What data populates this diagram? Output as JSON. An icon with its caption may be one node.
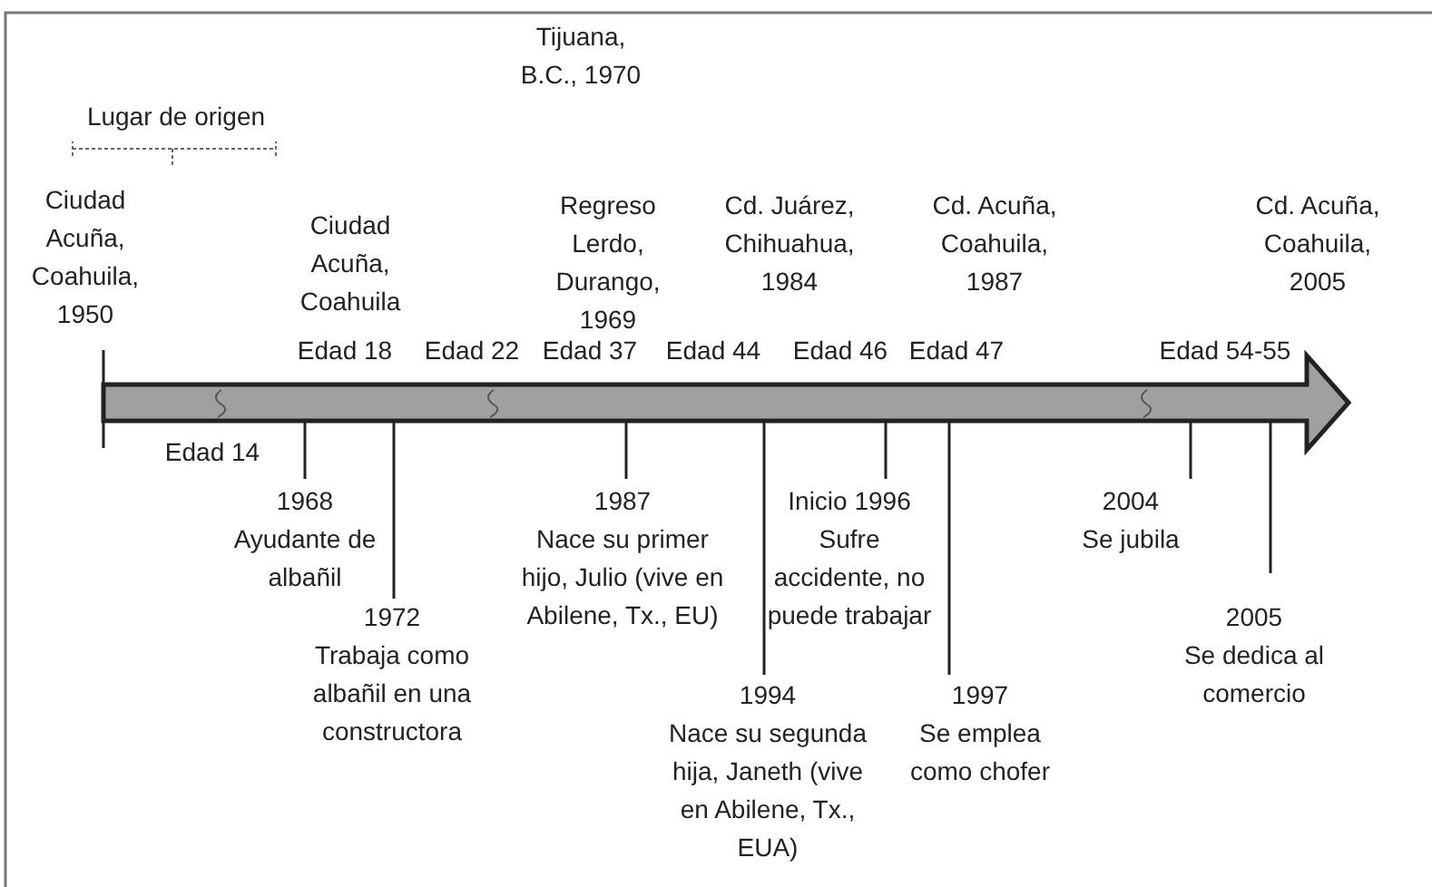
{
  "diagram": {
    "nodes": [
      {
        "text": [],
        "shape": "bar"
      },
      {
        "text": [
          "1968",
          "Ayudante de albañil"
        ]
      },
      {
        "text": [
          "1972",
          "Trabaja como albañil en una constructora"
        ]
      },
      {
        "text": [
          "1987",
          "Nace su primer hijo, Julio (vive en Abilene, Tx., EU)"
        ]
      },
      {
        "text": [
          "1994",
          "Nace su segunda hija, Janeth (vive en Abilene, Tx., EUA)"
        ]
      },
      {
        "text": [
          "Inicio 1996",
          "Sufre accidente, no puede trabajar"
        ]
      },
      {
        "text": [
          "1997",
          "Se emplea como chofer"
        ]
      },
      {
        "text": [
          "2004",
          "Se jubila"
        ]
      },
      {
        "text": [
          "2005",
          "Se dedica al comercio"
        ]
      }
    ],
    "edges": [
      {
        "from": 1,
        "to": 0,
        "arrow": "none"
      },
      {
        "from": 2,
        "to": 0,
        "arrow": "none"
      },
      {
        "from": 3,
        "to": 0,
        "arrow": "none"
      },
      {
        "from": 4,
        "to": 0,
        "arrow": "none"
      },
      {
        "from": 5,
        "to": 0,
        "arrow": "none"
      },
      {
        "from": 6,
        "to": 0,
        "arrow": "none"
      },
      {
        "from": 7,
        "to": 0,
        "arrow": "none"
      },
      {
        "from": 8,
        "to": 0,
        "arrow": "none"
      }
    ],
    "labels": [
      "Tijuana, B.C., 1970",
      "Lugar de origen",
      "Ciudad Acuña, Coahuila, 1950",
      "Ciudad Acuña, Coahuila",
      "Regreso Lerdo, Durango, 1969",
      "Cd. Juárez, Chihuahua, 1984",
      "Cd. Acuña, Coahuila, 1987",
      "Cd. Acuña, Coahuila, 2005",
      "Edad 18",
      "Edad 22",
      "Edad 37",
      "Edad 44",
      "Edad 46",
      "Edad 47",
      "Edad 54-55",
      "Edad 14"
    ]
  }
}
